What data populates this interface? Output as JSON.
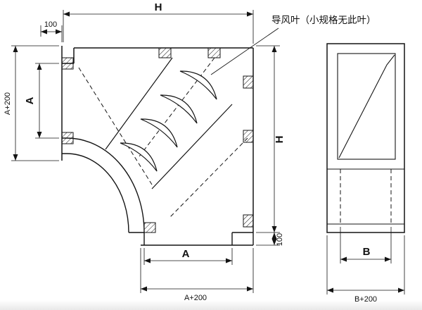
{
  "drawing": {
    "title_callout": "导风叶（小规格无此叶）",
    "dimensions": {
      "top_width": "H",
      "top_offset": "100",
      "left_outer": "A+200",
      "left_inner": "A",
      "right_height": "H",
      "right_offset": "100",
      "bottom_inner": "A",
      "bottom_outer": "A+200",
      "side_inner": "B",
      "side_outer": "B+200"
    },
    "colors": {
      "line": "#141414",
      "background": "#ffffff"
    }
  }
}
